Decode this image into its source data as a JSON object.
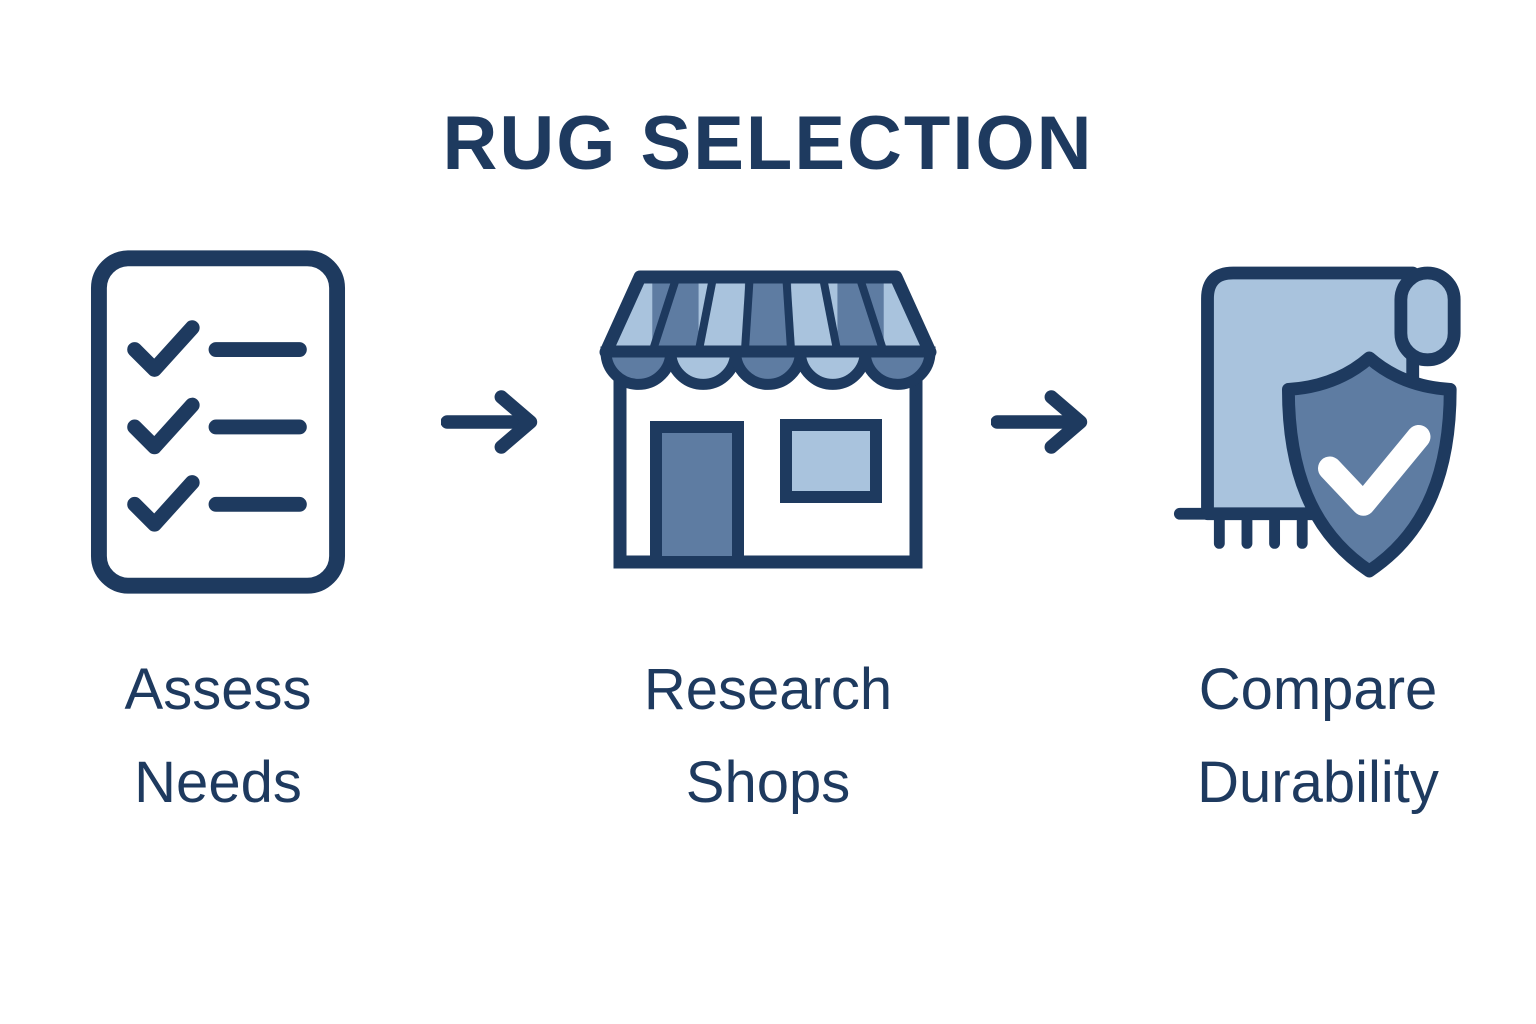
{
  "title": "RUG SELECTION",
  "steps": [
    {
      "id": "assess-needs",
      "label": "Assess Needs",
      "icon": "checklist-icon"
    },
    {
      "id": "research-shops",
      "label": "Research Shops",
      "icon": "storefront-icon"
    },
    {
      "id": "compare-durability",
      "label": "Compare Durability",
      "icon": "rug-shield-icon"
    }
  ],
  "arrows": 2,
  "colors": {
    "navy": "#1e3a5f",
    "light_blue": "#a9c3dd",
    "medium_blue": "#5e7ca2",
    "background": "#ffffff"
  }
}
